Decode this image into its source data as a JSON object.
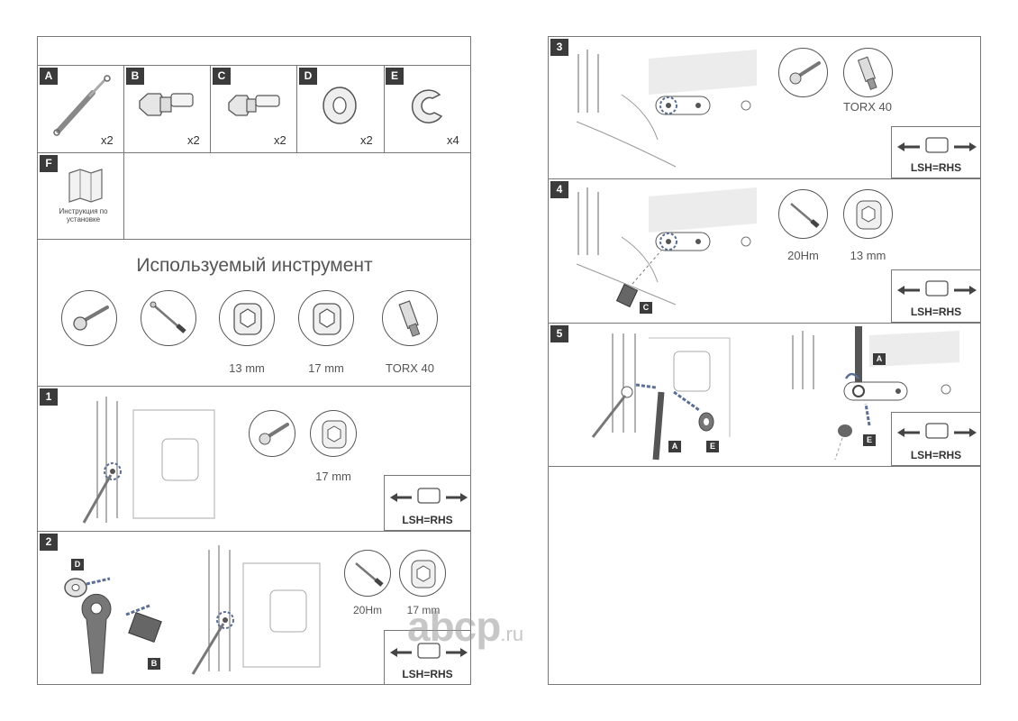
{
  "parts": [
    {
      "letter": "A",
      "qty": "x2",
      "icon": "gas-strut-icon"
    },
    {
      "letter": "B",
      "qty": "x2",
      "icon": "bolt-with-nut-icon"
    },
    {
      "letter": "C",
      "qty": "x2",
      "icon": "bolt-icon"
    },
    {
      "letter": "D",
      "qty": "x2",
      "icon": "washer-icon"
    },
    {
      "letter": "E",
      "qty": "x4",
      "icon": "clip-icon"
    },
    {
      "letter": "F",
      "label": "Инструкция по установке",
      "icon": "manual-icon"
    }
  ],
  "tools": {
    "title": "Используемый инструмент",
    "items": [
      {
        "icon": "ratchet-icon",
        "caption": ""
      },
      {
        "icon": "torque-wrench-icon",
        "caption": ""
      },
      {
        "icon": "socket-icon",
        "caption": "13 mm"
      },
      {
        "icon": "socket-icon",
        "caption": "17 mm"
      },
      {
        "icon": "torx-bit-icon",
        "caption": "TORX 40"
      }
    ]
  },
  "steps": [
    {
      "number": "1",
      "tools": [
        {
          "icon": "ratchet-icon",
          "caption": ""
        },
        {
          "icon": "socket-icon",
          "caption": "17 mm"
        }
      ],
      "side_note": "LSH=RHS"
    },
    {
      "number": "2",
      "tools": [
        {
          "icon": "torque-wrench-icon",
          "caption": "20Hm"
        },
        {
          "icon": "socket-icon",
          "caption": "17 mm"
        }
      ],
      "side_note": "LSH=RHS",
      "labels": [
        "D",
        "B"
      ]
    },
    {
      "number": "3",
      "tools": [
        {
          "icon": "ratchet-icon",
          "caption": ""
        },
        {
          "icon": "torx-bit-icon",
          "caption": "TORX 40"
        }
      ],
      "side_note": "LSH=RHS"
    },
    {
      "number": "4",
      "tools": [
        {
          "icon": "torque-wrench-icon",
          "caption": "20Hm"
        },
        {
          "icon": "socket-icon",
          "caption": "13 mm"
        }
      ],
      "side_note": "LSH=RHS",
      "labels": [
        "C"
      ]
    },
    {
      "number": "5",
      "side_note": "LSH=RHS",
      "labels": [
        "A",
        "E",
        "A",
        "E"
      ]
    }
  ],
  "watermark": {
    "brand": "abcp",
    "suffix": ".ru"
  },
  "colors": {
    "accent_arrow": "#5b6f93",
    "tag_bg": "#3b3b3b",
    "line": "#777777"
  }
}
